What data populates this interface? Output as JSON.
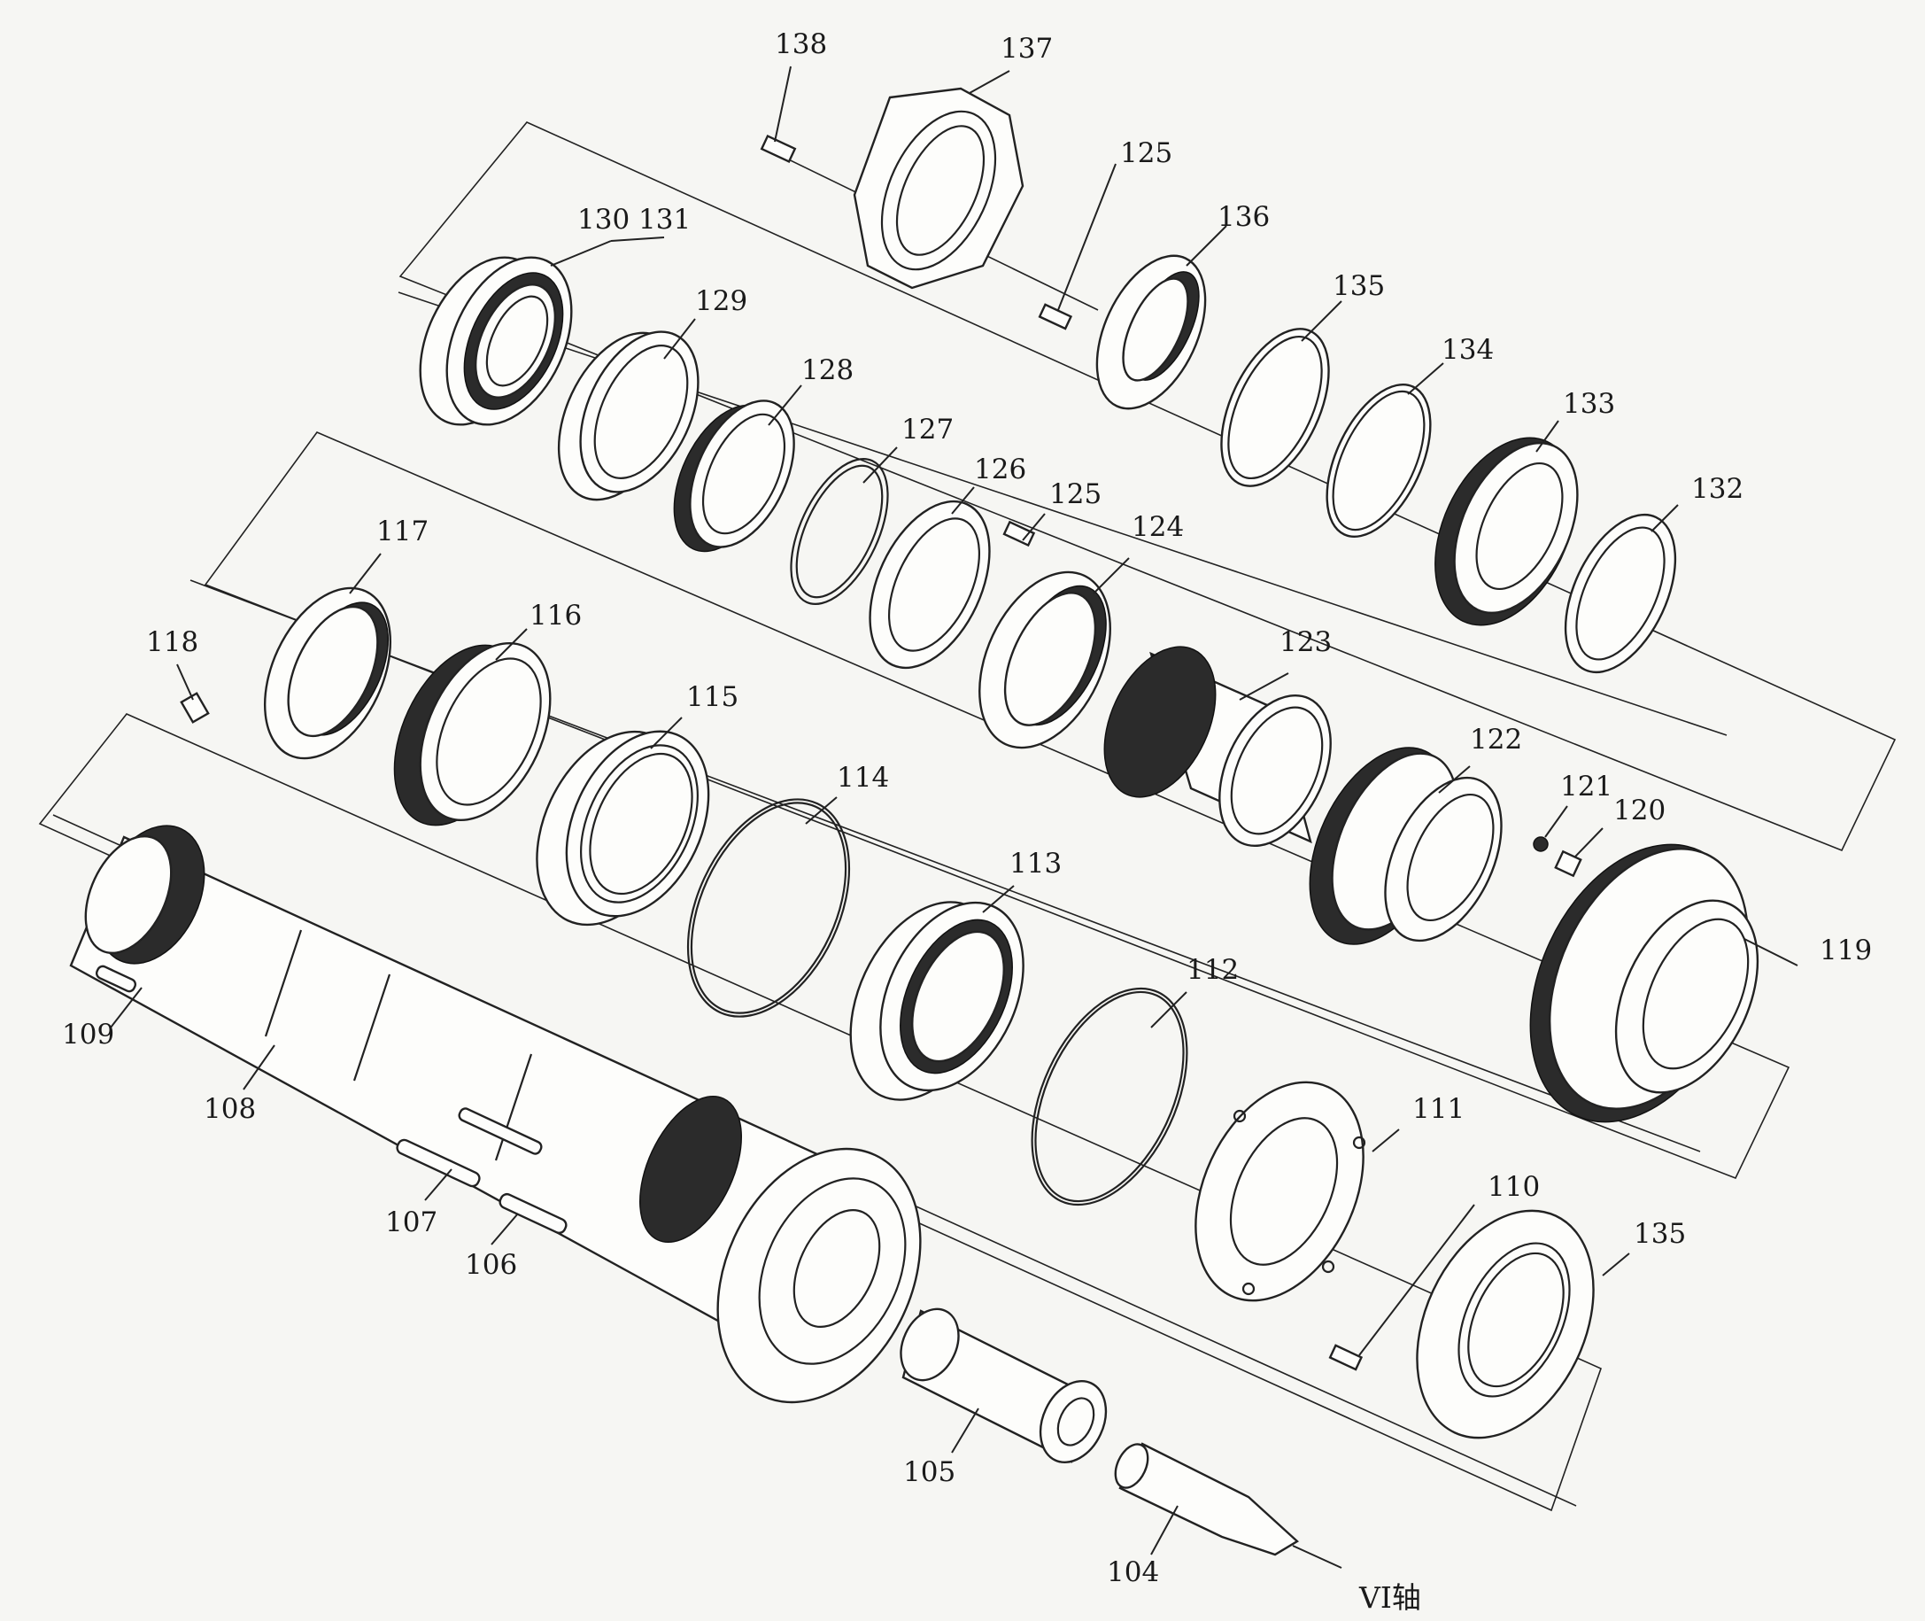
{
  "diagram": {
    "labels": {
      "p104": "104",
      "p105": "105",
      "p106": "106",
      "p107": "107",
      "p108": "108",
      "p109": "109",
      "p110": "110",
      "p111": "111",
      "p112": "112",
      "p113": "113",
      "p114": "114",
      "p115": "115",
      "p116": "116",
      "p117": "117",
      "p118": "118",
      "p119": "119",
      "p120": "120",
      "p121": "121",
      "p122": "122",
      "p123": "123",
      "p124": "124",
      "p125a": "125",
      "p125b": "125",
      "p126": "126",
      "p127": "127",
      "p128": "128",
      "p129": "129",
      "p130_131": "130 131",
      "p132": "132",
      "p133": "133",
      "p134": "134",
      "p135a": "135",
      "p135b": "135",
      "p136": "136",
      "p137": "137",
      "p138": "138"
    },
    "axis_label": "VI轴"
  }
}
